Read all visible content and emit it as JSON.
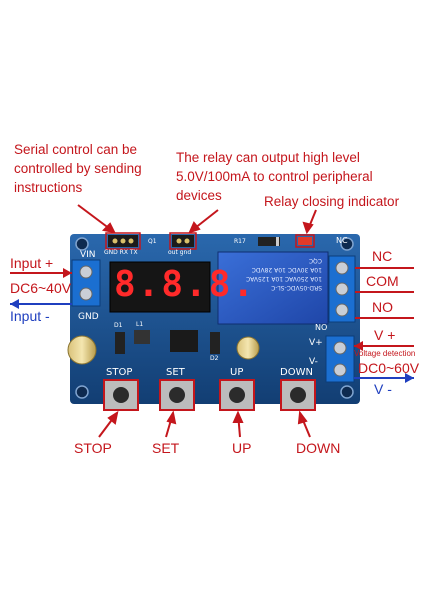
{
  "callouts": {
    "serial": [
      "Serial control can be",
      "controlled by sending",
      "instructions"
    ],
    "relay_output": [
      "The relay can output high level",
      "5.0V/100mA to control peripheral",
      "devices"
    ],
    "relay_indicator": "Relay closing indicator"
  },
  "left_labels": {
    "input_plus": "Input +",
    "range": "DC6~40V",
    "input_minus": "Input -"
  },
  "right_labels": {
    "nc": "NC",
    "com": "COM",
    "no": "NO",
    "v_plus": "V +",
    "voltage_detection": "Voltage detection",
    "range": "DC0~60V",
    "v_minus": "V -"
  },
  "bottom_labels": {
    "stop": "STOP",
    "set": "SET",
    "up": "UP",
    "down": "DOWN"
  },
  "pcb": {
    "vin": "VIN",
    "gnd": "GND",
    "nc": "NC",
    "no": "NO",
    "v_plus": "V+",
    "v_minus": "V-",
    "header_left": "GND RX TX",
    "header_mid": "out gnd",
    "btn_stop": "STOP",
    "btn_set": "SET",
    "btn_up": "UP",
    "btn_down": "DOWN",
    "display": "8.8.8.",
    "relay_line1": "SRD-05VDC-SL-C",
    "relay_line2": "10A 250VAC  10A 125VAC",
    "relay_line3": "10A 30VDC  10A 28VDC",
    "relay_mark": "CQC",
    "q1": "Q1",
    "d1": "D1",
    "d2": "D2",
    "l1": "L1",
    "r17": "R17"
  },
  "colors": {
    "accent": "#c4161c",
    "arrow_blue": "#1f3fbf",
    "pcb": "#1a4f8f"
  }
}
